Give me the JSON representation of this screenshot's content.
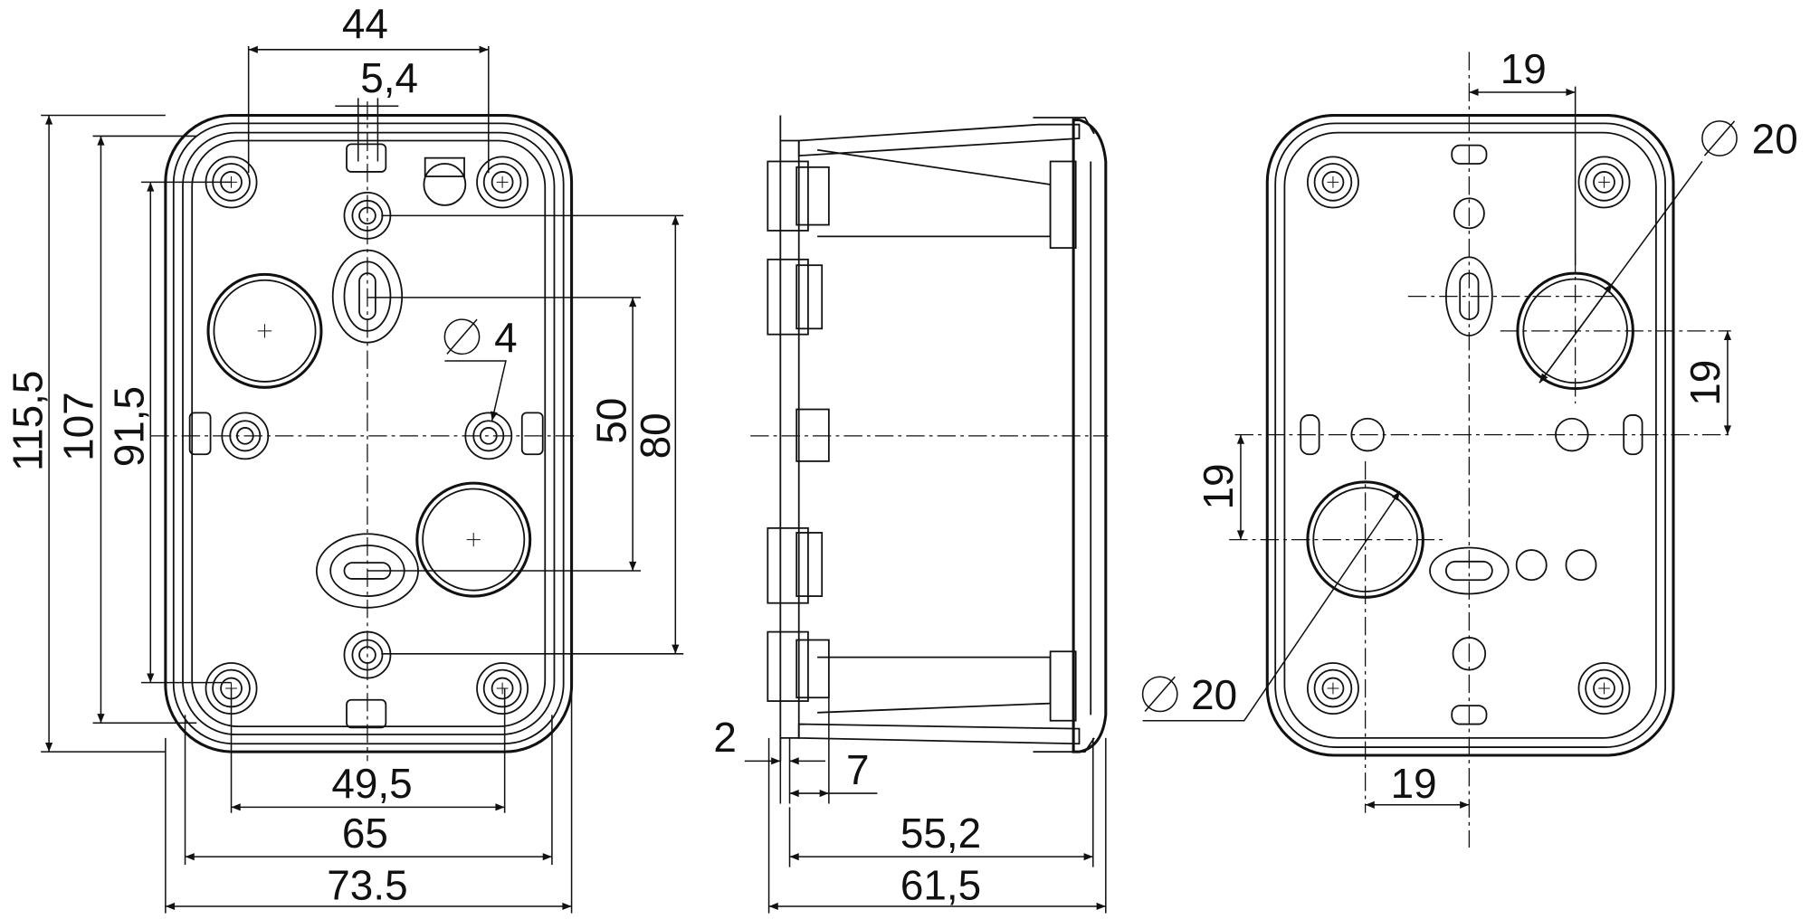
{
  "front_view": {
    "width_44": "44",
    "slot_5_4": "5,4",
    "hole_dia_4": "4",
    "height_115_5": "115,5",
    "height_107": "107",
    "height_91_5": "91,5",
    "height_50": "50",
    "height_80": "80",
    "width_49_5": "49,5",
    "width_65": "65",
    "width_73_5": "73.5"
  },
  "side_view": {
    "wall_2": "2",
    "offset_7": "7",
    "depth_55_2": "55,2",
    "depth_61_5": "61,5"
  },
  "rear_view": {
    "top_19": "19",
    "top_dia_20": "20",
    "right_19": "19",
    "left_19": "19",
    "bottom_dia_20": "20",
    "bottom_19": "19"
  },
  "diameter_symbol": "⌀"
}
